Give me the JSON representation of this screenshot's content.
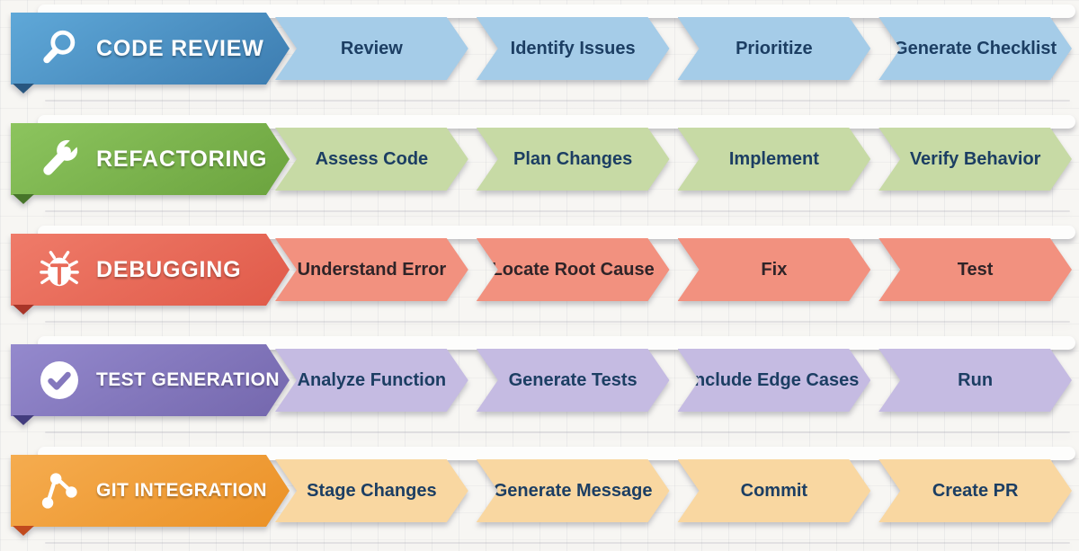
{
  "figure": {
    "background": "#f7f6f3",
    "rows": [
      {
        "title": "CODE REVIEW",
        "icon": "magnifier-icon",
        "steps": [
          "Review",
          "Identify Issues",
          "Prioritize",
          "Generate Checklist"
        ],
        "colors": {
          "header_top": "#5fa8d8",
          "header_bottom": "#3c7cb0",
          "fold": "#28567f",
          "band": "#a5cce8",
          "text": "#1c3e63",
          "accent": "#4a92c6"
        }
      },
      {
        "title": "REFACTORING",
        "icon": "wrench-icon",
        "steps": [
          "Assess Code",
          "Plan Changes",
          "Implement",
          "Verify Behavior"
        ],
        "colors": {
          "header_top": "#8cc45e",
          "header_bottom": "#6ba33e",
          "fold": "#47752a",
          "band": "#c7daa5",
          "text": "#1c3e63",
          "accent": "#7bb44e"
        }
      },
      {
        "title": "DEBUGGING",
        "icon": "bug-icon",
        "steps": [
          "Understand Error",
          "Locate Root Cause",
          "Fix",
          "Test"
        ],
        "colors": {
          "header_top": "#ef7b69",
          "header_bottom": "#e05a49",
          "fold": "#a93528",
          "band": "#f2917f",
          "text": "#2f2428",
          "accent": "#e86a58"
        }
      },
      {
        "title": "TEST GENERATION",
        "icon": "check-circle-icon",
        "steps": [
          "Analyze Function",
          "Generate Tests",
          "Include Edge Cases",
          "Run"
        ],
        "colors": {
          "header_top": "#9489cd",
          "header_bottom": "#7467ad",
          "fold": "#423c7e",
          "band": "#c5bbe2",
          "text": "#1c3e63",
          "accent": "#8478bd"
        }
      },
      {
        "title": "GIT INTEGRATION",
        "icon": "git-branch-icon",
        "steps": [
          "Stage Changes",
          "Generate Message",
          "Commit",
          "Create PR"
        ],
        "colors": {
          "header_top": "#f5ac4f",
          "header_bottom": "#eb9126",
          "fold": "#c14a1e",
          "band": "#f9d7a1",
          "text": "#1c3e63",
          "accent": "#f0a03c"
        }
      }
    ]
  }
}
